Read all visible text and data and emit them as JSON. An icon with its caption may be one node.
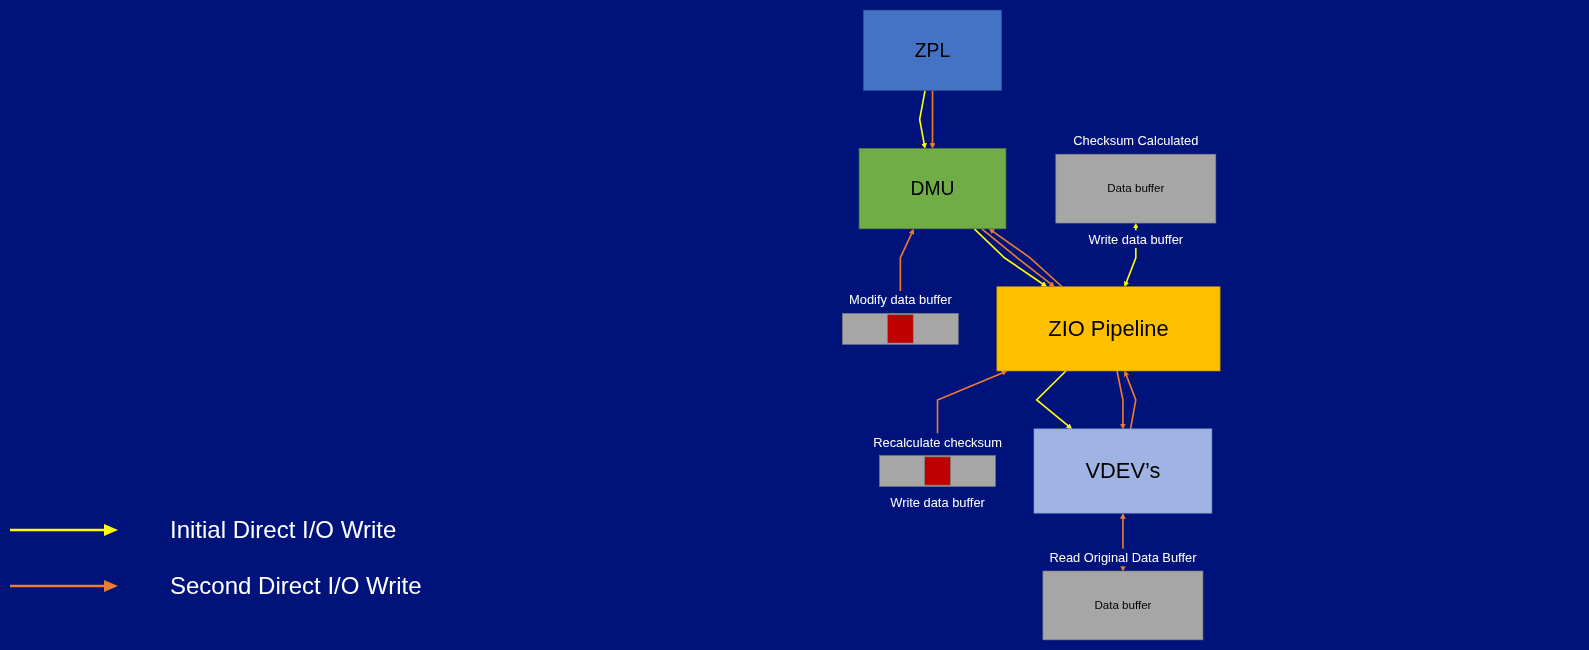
{
  "diagram": {
    "nodes": [
      {
        "text": [
          "ZPL"
        ]
      },
      {
        "text": [
          "DMU"
        ]
      },
      {
        "text": [],
        "shape": "bar",
        "beside": [
          "Modify data buffer"
        ]
      },
      {
        "text": [
          "Data buffer"
        ],
        "beside": [
          "Checksum Calculated",
          "Write data buffer"
        ]
      },
      {
        "text": [
          "ZIO Pipeline"
        ]
      },
      {
        "text": [],
        "shape": "bar",
        "beside": [
          "Recalculate checksum",
          "Write data buffer"
        ]
      },
      {
        "text": [
          "VDEV’s"
        ]
      },
      {
        "text": [
          "Data buffer"
        ],
        "beside": [
          "Read Original Data Buffer"
        ]
      }
    ],
    "edges": [
      {
        "from": 0,
        "to": 1,
        "arrow": "to",
        "color": "#ffff00"
      },
      {
        "from": 0,
        "to": 1,
        "arrow": "to"
      },
      {
        "from": 1,
        "to": 2,
        "arrow": "both"
      },
      {
        "from": 1,
        "to": 4,
        "arrow": "to",
        "color": "#ffff00"
      },
      {
        "from": 4,
        "to": 1,
        "arrow": "to"
      },
      {
        "from": 1,
        "to": 4,
        "arrow": "to"
      },
      {
        "from": 3,
        "to": 4,
        "arrow": "both",
        "color": "#ffff00"
      },
      {
        "from": 4,
        "to": 5,
        "arrow": "both"
      },
      {
        "from": 4,
        "to": 6,
        "arrow": "to",
        "color": "#ffff00"
      },
      {
        "from": 6,
        "to": 4,
        "arrow": "to"
      },
      {
        "from": 4,
        "to": 6,
        "arrow": "to"
      },
      {
        "from": 6,
        "to": 7,
        "arrow": "both"
      }
    ],
    "legend": [
      {
        "text": "Initial Direct I/O Write"
      },
      {
        "text": "Second Direct I/O Write"
      }
    ]
  }
}
